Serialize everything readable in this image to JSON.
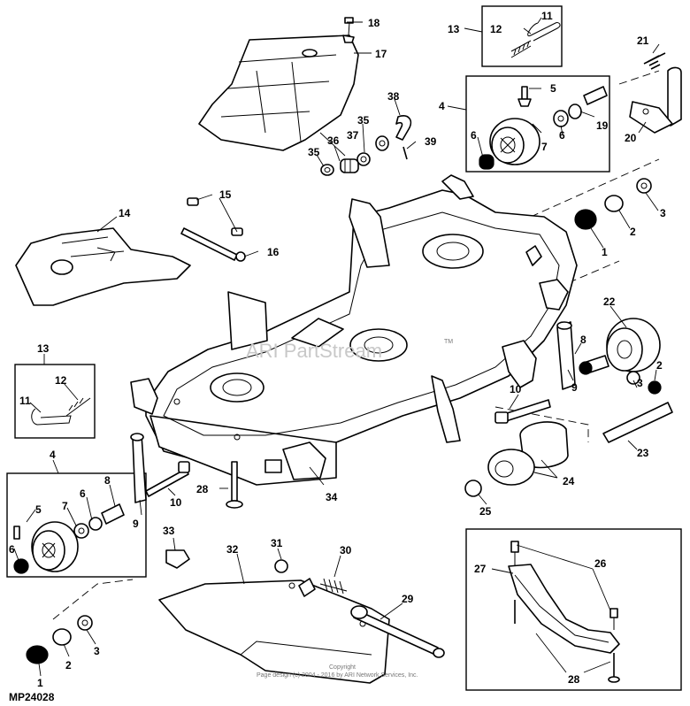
{
  "diagram": {
    "figure_id": "MP24028",
    "watermark": "ARI PartStream",
    "watermark_mark": "TM",
    "copyright_title": "Copyright",
    "copyright_line": "Page design (c) 2004 - 2016 by ARI Network Services, Inc.",
    "callouts": [
      "18",
      "17",
      "13",
      "12",
      "11",
      "21",
      "4",
      "5",
      "38",
      "35",
      "37",
      "36",
      "35",
      "39",
      "19",
      "6",
      "7",
      "6",
      "20",
      "15",
      "14",
      "16",
      "3",
      "2",
      "1",
      "22",
      "8",
      "13",
      "12",
      "11",
      "2",
      "3",
      "10",
      "9",
      "4",
      "8",
      "6",
      "7",
      "5",
      "6",
      "9",
      "10",
      "28",
      "34",
      "23",
      "24",
      "25",
      "33",
      "32",
      "31",
      "30",
      "29",
      "27",
      "26",
      "28",
      "1",
      "2",
      "3"
    ]
  }
}
